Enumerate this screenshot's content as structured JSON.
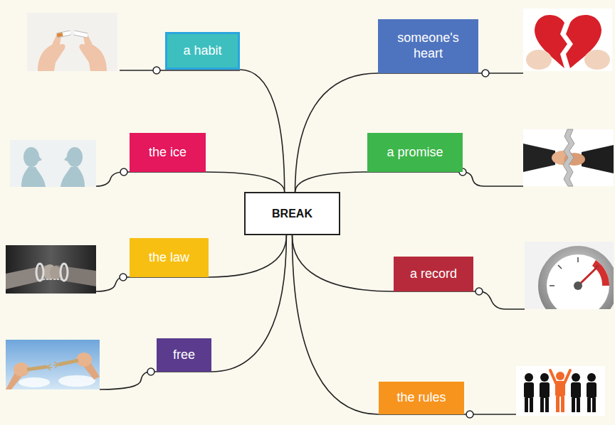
{
  "diagram": {
    "nodes": [
      {
        "text": [
          "a habit"
        ]
      },
      {
        "text": [
          "someone's heart"
        ]
      },
      {
        "text": [
          "the ice"
        ]
      },
      {
        "text": [
          "a promise"
        ]
      },
      {
        "text": [
          "BREAK"
        ]
      },
      {
        "text": [
          "the law"
        ]
      },
      {
        "text": [
          "a record"
        ]
      },
      {
        "text": [
          "free"
        ]
      },
      {
        "text": [
          "the rules"
        ]
      }
    ],
    "edges": [
      {
        "from": 4,
        "to": 0,
        "arrow": "none"
      },
      {
        "from": 4,
        "to": 1,
        "arrow": "none"
      },
      {
        "from": 4,
        "to": 2,
        "arrow": "none"
      },
      {
        "from": 4,
        "to": 3,
        "arrow": "none"
      },
      {
        "from": 4,
        "to": 5,
        "arrow": "none"
      },
      {
        "from": 4,
        "to": 6,
        "arrow": "none"
      },
      {
        "from": 4,
        "to": 7,
        "arrow": "none"
      },
      {
        "from": 4,
        "to": 8,
        "arrow": "none"
      }
    ]
  }
}
